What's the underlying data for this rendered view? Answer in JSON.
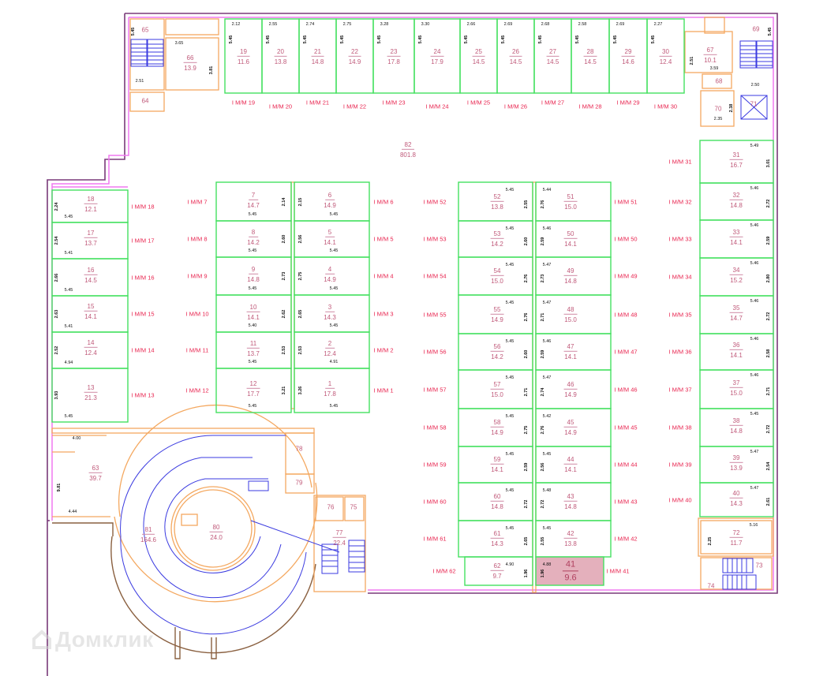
{
  "title": "Parking level floor plan",
  "colors": {
    "outer_wall": "#7a3a7a",
    "inner_wall": "#f078f0",
    "spot_line": "#44e060",
    "structure": "#f4a860",
    "stairs": "#3a3ae0",
    "ramp": "#3a3ae0",
    "highlight_fill": "#e4b0bc",
    "label": "#c05a7a",
    "mm_label": "#e8234e"
  },
  "main_hall": {
    "num": "82",
    "area": "801.8"
  },
  "spots_top": [
    {
      "num": "19",
      "area": "11.6",
      "w": "2.12",
      "d": "5.45",
      "mm": "I М/М 19"
    },
    {
      "num": "20",
      "area": "13.8",
      "w": "2.55",
      "d": "5.45",
      "mm": "I М/М 20"
    },
    {
      "num": "21",
      "area": "14.8",
      "w": "2.74",
      "d": "5.45",
      "mm": "I М/М 21"
    },
    {
      "num": "22",
      "area": "14.9",
      "w": "2.75",
      "d": "5.45",
      "mm": "I М/М 22"
    },
    {
      "num": "23",
      "area": "17.8",
      "w": "3.28",
      "d": "5.45",
      "mm": "I М/М 23"
    },
    {
      "num": "24",
      "area": "17.9",
      "w": "3.30",
      "d": "5.45",
      "mm": "I М/М 24"
    },
    {
      "num": "25",
      "area": "14.5",
      "w": "2.66",
      "d": "5.45",
      "mm": "I М/М 25"
    },
    {
      "num": "26",
      "area": "14.5",
      "w": "2.69",
      "d": "5.45",
      "mm": "I М/М 26"
    },
    {
      "num": "27",
      "area": "14.5",
      "w": "2.68",
      "d": "5.45",
      "mm": "I М/М 27"
    },
    {
      "num": "28",
      "area": "14.5",
      "w": "2.58",
      "d": "5.45",
      "mm": "I М/М 28"
    },
    {
      "num": "29",
      "area": "14.6",
      "w": "2.69",
      "d": "5.45",
      "mm": "I М/М 29"
    },
    {
      "num": "30",
      "area": "12.4",
      "w": "2.27",
      "d": "5.45",
      "mm": "I М/М 30"
    }
  ],
  "spots_left": [
    {
      "num": "18",
      "area": "12.1",
      "w": "2.24",
      "d": "5.45",
      "mm": "I М/М 18"
    },
    {
      "num": "17",
      "area": "13.7",
      "w": "2.54",
      "d": "5.41",
      "mm": "I М/М 17"
    },
    {
      "num": "16",
      "area": "14.5",
      "w": "2.66",
      "d": "5.45",
      "mm": "I М/М 16"
    },
    {
      "num": "15",
      "area": "14.1",
      "w": "2.63",
      "d": "5.41",
      "mm": "I М/М 15"
    },
    {
      "num": "14",
      "area": "12.4",
      "w": "2.52",
      "d": "4.94",
      "mm": "I М/М 14"
    },
    {
      "num": "13",
      "area": "21.3",
      "w": "3.93",
      "d": "5.45",
      "mm": "I М/М 13"
    }
  ],
  "spots_center_left": [
    {
      "num": "7",
      "area": "14.7",
      "w": "2.14",
      "d": "5.45",
      "mm": "I М/М 7"
    },
    {
      "num": "8",
      "area": "14.2",
      "w": "2.60",
      "d": "5.45",
      "mm": "I М/М 8"
    },
    {
      "num": "9",
      "area": "14.8",
      "w": "2.73",
      "d": "5.45",
      "mm": "I М/М 9"
    },
    {
      "num": "10",
      "area": "14.1",
      "w": "2.62",
      "d": "5.40",
      "mm": "I М/М 10"
    },
    {
      "num": "11",
      "area": "13.7",
      "w": "2.53",
      "d": "5.45",
      "mm": "I М/М 11"
    },
    {
      "num": "12",
      "area": "17.7",
      "w": "3.21",
      "d": "5.45",
      "mm": "I М/М 12"
    }
  ],
  "spots_center_right": [
    {
      "num": "6",
      "area": "14.9",
      "w": "2.15",
      "d": "5.45",
      "mm": "I М/М 6"
    },
    {
      "num": "5",
      "area": "14.1",
      "w": "2.56",
      "d": "5.45",
      "mm": "I М/М 5"
    },
    {
      "num": "4",
      "area": "14.9",
      "w": "2.75",
      "d": "5.45",
      "mm": "I М/М 4"
    },
    {
      "num": "3",
      "area": "14.3",
      "w": "2.65",
      "d": "5.45",
      "mm": "I М/М 3"
    },
    {
      "num": "2",
      "area": "12.4",
      "w": "2.53",
      "d": "4.91",
      "mm": "I М/М 2"
    },
    {
      "num": "1",
      "area": "17.8",
      "w": "3.26",
      "d": "5.45",
      "mm": "I М/М 1"
    }
  ],
  "spots_island_left": [
    {
      "num": "52",
      "area": "13.8",
      "w": "2.55",
      "d": "5.45",
      "mm": "I М/М 52"
    },
    {
      "num": "53",
      "area": "14.2",
      "w": "2.60",
      "d": "5.45",
      "mm": "I М/М 53"
    },
    {
      "num": "54",
      "area": "15.0",
      "w": "2.76",
      "d": "5.45",
      "mm": "I М/М 54"
    },
    {
      "num": "55",
      "area": "14.9",
      "w": "2.76",
      "d": "5.45",
      "mm": "I М/М 55"
    },
    {
      "num": "56",
      "area": "14.2",
      "w": "2.60",
      "d": "5.45",
      "mm": "I М/М 56"
    },
    {
      "num": "57",
      "area": "15.0",
      "w": "2.71",
      "d": "5.45",
      "mm": "I М/М 57"
    },
    {
      "num": "58",
      "area": "14.9",
      "w": "2.75",
      "d": "5.45",
      "mm": "I М/М 58"
    },
    {
      "num": "59",
      "area": "14.1",
      "w": "2.59",
      "d": "5.45",
      "mm": "I М/М 59"
    },
    {
      "num": "60",
      "area": "14.8",
      "w": "2.72",
      "d": "5.45",
      "mm": "I М/М 60"
    },
    {
      "num": "61",
      "area": "14.3",
      "w": "2.65",
      "d": "5.45",
      "mm": "I М/М 61"
    },
    {
      "num": "62",
      "area": "9.7",
      "w": "1.96",
      "d": "4.90",
      "mm": "I М/М 62"
    }
  ],
  "spots_island_right": [
    {
      "num": "51",
      "area": "15.0",
      "w": "2.76",
      "d": "5.44",
      "mm": "I М/М 51"
    },
    {
      "num": "50",
      "area": "14.1",
      "w": "2.59",
      "d": "5.46",
      "mm": "I М/М 50"
    },
    {
      "num": "49",
      "area": "14.8",
      "w": "2.73",
      "d": "5.47",
      "mm": "I М/М 49"
    },
    {
      "num": "48",
      "area": "15.0",
      "w": "2.71",
      "d": "5.47",
      "mm": "I М/М 48"
    },
    {
      "num": "47",
      "area": "14.1",
      "w": "2.59",
      "d": "5.46",
      "mm": "I М/М 47"
    },
    {
      "num": "46",
      "area": "14.9",
      "w": "2.74",
      "d": "5.47",
      "mm": "I М/М 46"
    },
    {
      "num": "45",
      "area": "14.9",
      "w": "2.76",
      "d": "5.42",
      "mm": "I М/М 45"
    },
    {
      "num": "44",
      "area": "14.1",
      "w": "2.56",
      "d": "5.45",
      "mm": "I М/М 44"
    },
    {
      "num": "43",
      "area": "14.8",
      "w": "2.72",
      "d": "5.48",
      "mm": "I М/М 43"
    },
    {
      "num": "42",
      "area": "13.8",
      "w": "2.55",
      "d": "5.45",
      "mm": "I М/М 42"
    },
    {
      "num": "41",
      "area": "9.6",
      "w": "1.96",
      "d": "4.88",
      "mm": "I М/М 41",
      "highlighted": true
    }
  ],
  "spots_right": [
    {
      "num": "31",
      "area": "16.7",
      "w": "3.01",
      "d": "5.49",
      "mm": "I М/М 31"
    },
    {
      "num": "32",
      "area": "14.8",
      "w": "2.72",
      "d": "5.46",
      "mm": "I М/М 32"
    },
    {
      "num": "33",
      "area": "14.1",
      "w": "2.59",
      "d": "5.46",
      "mm": "I М/М 33"
    },
    {
      "num": "34",
      "area": "15.2",
      "w": "2.80",
      "d": "5.46",
      "mm": "I М/М 34"
    },
    {
      "num": "35",
      "area": "14.7",
      "w": "2.72",
      "d": "5.46",
      "mm": "I М/М 35"
    },
    {
      "num": "36",
      "area": "14.1",
      "w": "2.58",
      "d": "5.46",
      "mm": "I М/М 36"
    },
    {
      "num": "37",
      "area": "15.0",
      "w": "2.71",
      "d": "5.46",
      "mm": "I М/М 37"
    },
    {
      "num": "38",
      "area": "14.8",
      "w": "2.72",
      "d": "5.45",
      "mm": "I М/М 38"
    },
    {
      "num": "39",
      "area": "13.9",
      "w": "2.54",
      "d": "5.47",
      "mm": "I М/М 39"
    },
    {
      "num": "40",
      "area": "14.3",
      "w": "2.61",
      "d": "5.47",
      "mm": "I М/М 40"
    }
  ],
  "service_rooms": [
    {
      "num": "63",
      "area": "39.7",
      "dims": [
        "4.00",
        "4.44",
        "9.81"
      ]
    },
    {
      "num": "64",
      "area": ""
    },
    {
      "num": "65",
      "area": "",
      "dims": [
        "2.51",
        "5.45"
      ]
    },
    {
      "num": "66",
      "area": "13.9",
      "dims": [
        "3.65",
        "3.81"
      ]
    },
    {
      "num": "67",
      "area": "10.1",
      "dims": [
        "3.59",
        "2.51"
      ]
    },
    {
      "num": "68",
      "area": ""
    },
    {
      "num": "69",
      "area": "",
      "dims": [
        "2.50",
        "5.45"
      ]
    },
    {
      "num": "70",
      "area": "",
      "dims": [
        "2.35",
        "2.38"
      ]
    },
    {
      "num": "71",
      "area": ""
    },
    {
      "num": "72",
      "area": "11.7",
      "dims": [
        "5.16",
        "2.25"
      ]
    },
    {
      "num": "73",
      "area": ""
    },
    {
      "num": "74",
      "area": ""
    },
    {
      "num": "75",
      "area": ""
    },
    {
      "num": "76",
      "area": ""
    },
    {
      "num": "77",
      "area": "22.4"
    },
    {
      "num": "78",
      "area": ""
    },
    {
      "num": "79",
      "area": ""
    },
    {
      "num": "80",
      "area": "24.0"
    },
    {
      "num": "81",
      "area": "164.6"
    }
  ],
  "watermark": "Домклик"
}
